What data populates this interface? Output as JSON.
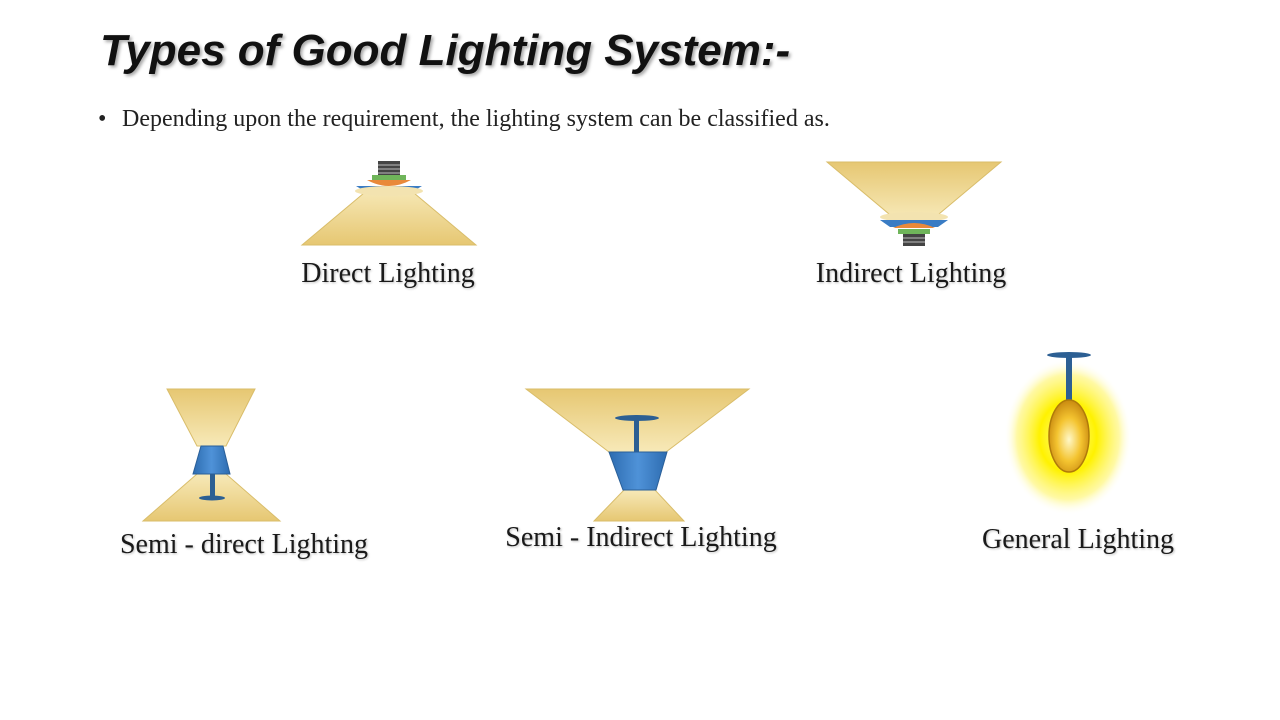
{
  "slide": {
    "title": "Types of Good Lighting System:-",
    "bullet": "Depending upon the requirement, the lighting system can be classified as."
  },
  "lighting_types": [
    {
      "label": "Direct Lighting",
      "icon": "direct-lighting-icon"
    },
    {
      "label": "Indirect Lighting",
      "icon": "indirect-lighting-icon"
    },
    {
      "label": "Semi - direct Lighting",
      "icon": "semi-direct-lighting-icon"
    },
    {
      "label": "Semi - Indirect Lighting",
      "icon": "semi-indirect-lighting-icon"
    },
    {
      "label": "General Lighting",
      "icon": "general-lighting-icon"
    }
  ],
  "colors": {
    "light_cone": "#ecd48c",
    "lamp_shade": "#3a7cc4",
    "lamp_stem": "#2c5f93",
    "reflector_orange": "#e9893a",
    "glow": "#ffee00"
  }
}
